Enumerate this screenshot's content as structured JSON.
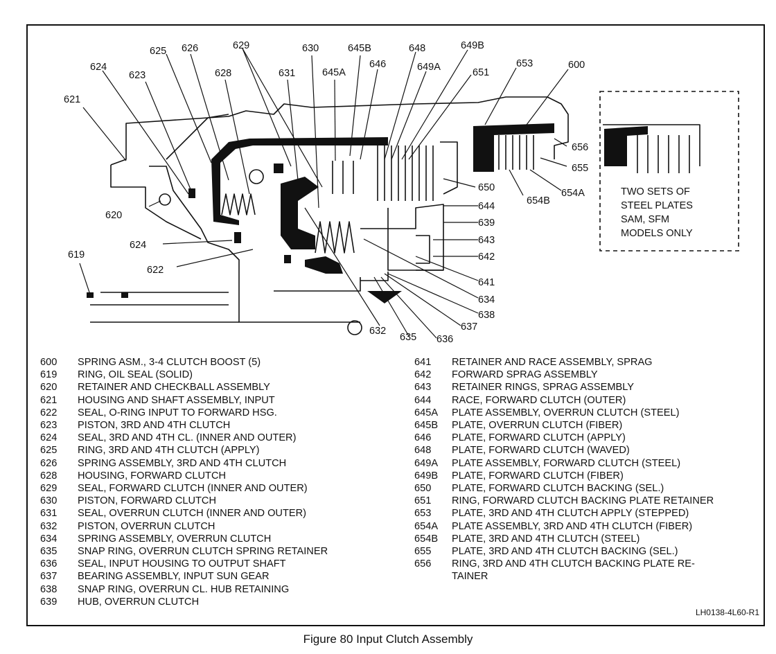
{
  "figure": {
    "caption": "Figure 80 Input Clutch Assembly",
    "drawing_code": "LH0138-4L60-R1"
  },
  "callouts": [
    "624",
    "625",
    "626",
    "629",
    "630",
    "645B",
    "648",
    "649B",
    "653",
    "600",
    "623",
    "628",
    "631",
    "645A",
    "646",
    "649A",
    "651",
    "621",
    "656",
    "655",
    "650",
    "644",
    "639",
    "643",
    "642",
    "641",
    "634",
    "638",
    "637",
    "636",
    "635",
    "632",
    "654B",
    "654A",
    "620",
    "624",
    "622",
    "619"
  ],
  "inset": {
    "lines": [
      "TWO SETS OF",
      "STEEL PLATES",
      "SAM, SFM",
      "MODELS ONLY"
    ]
  },
  "legend": {
    "left": [
      {
        "num": "600",
        "desc": "SPRING ASM., 3-4 CLUTCH BOOST (5)"
      },
      {
        "num": "619",
        "desc": "RING, OIL SEAL (SOLID)"
      },
      {
        "num": "620",
        "desc": "RETAINER AND CHECKBALL ASSEMBLY"
      },
      {
        "num": "621",
        "desc": "HOUSING AND SHAFT ASSEMBLY, INPUT"
      },
      {
        "num": "622",
        "desc": "SEAL, O-RING INPUT TO FORWARD HSG."
      },
      {
        "num": "623",
        "desc": "PISTON, 3RD AND 4TH CLUTCH"
      },
      {
        "num": "624",
        "desc": "SEAL, 3RD AND 4TH CL. (INNER AND OUTER)"
      },
      {
        "num": "625",
        "desc": "RING, 3RD AND 4TH CLUTCH (APPLY)"
      },
      {
        "num": "626",
        "desc": "SPRING ASSEMBLY, 3RD AND 4TH CLUTCH"
      },
      {
        "num": "628",
        "desc": "HOUSING, FORWARD CLUTCH"
      },
      {
        "num": "629",
        "desc": "SEAL, FORWARD CLUTCH (INNER AND OUTER)"
      },
      {
        "num": "630",
        "desc": "PISTON, FORWARD CLUTCH"
      },
      {
        "num": "631",
        "desc": "SEAL, OVERRUN CLUTCH (INNER AND OUTER)"
      },
      {
        "num": "632",
        "desc": "PISTON, OVERRUN CLUTCH"
      },
      {
        "num": "634",
        "desc": "SPRING ASSEMBLY, OVERRUN CLUTCH"
      },
      {
        "num": "635",
        "desc": "SNAP RING, OVERRUN CLUTCH SPRING RETAINER"
      },
      {
        "num": "636",
        "desc": "SEAL, INPUT HOUSING TO OUTPUT SHAFT"
      },
      {
        "num": "637",
        "desc": "BEARING ASSEMBLY, INPUT SUN GEAR"
      },
      {
        "num": "638",
        "desc": "SNAP RING, OVERRUN CL. HUB RETAINING"
      },
      {
        "num": "639",
        "desc": "HUB, OVERRUN CLUTCH"
      }
    ],
    "right": [
      {
        "num": "641",
        "desc": "RETAINER AND RACE ASSEMBLY, SPRAG"
      },
      {
        "num": "642",
        "desc": "FORWARD SPRAG ASSEMBLY"
      },
      {
        "num": "643",
        "desc": "RETAINER RINGS, SPRAG ASSEMBLY"
      },
      {
        "num": "644",
        "desc": "RACE, FORWARD CLUTCH (OUTER)"
      },
      {
        "num": "645A",
        "desc": "PLATE ASSEMBLY, OVERRUN CLUTCH (STEEL)"
      },
      {
        "num": "645B",
        "desc": "PLATE, OVERRUN CLUTCH (FIBER)"
      },
      {
        "num": "646",
        "desc": "PLATE, FORWARD CLUTCH (APPLY)"
      },
      {
        "num": "648",
        "desc": "PLATE, FORWARD CLUTCH (WAVED)"
      },
      {
        "num": "649A",
        "desc": "PLATE ASSEMBLY, FORWARD CLUTCH (STEEL)"
      },
      {
        "num": "649B",
        "desc": "PLATE, FORWARD CLUTCH (FIBER)"
      },
      {
        "num": "650",
        "desc": "PLATE, FORWARD CLUTCH BACKING (SEL.)"
      },
      {
        "num": "651",
        "desc": "RING, FORWARD CLUTCH BACKING PLATE RETAINER"
      },
      {
        "num": "653",
        "desc": "PLATE, 3RD AND 4TH CLUTCH APPLY (STEPPED)"
      },
      {
        "num": "654A",
        "desc": "PLATE ASSEMBLY, 3RD AND 4TH CLUTCH (FIBER)"
      },
      {
        "num": "654B",
        "desc": "PLATE, 3RD AND 4TH CLUTCH (STEEL)"
      },
      {
        "num": "655",
        "desc": "PLATE, 3RD AND 4TH CLUTCH BACKING (SEL.)"
      },
      {
        "num": "656",
        "desc": "RING, 3RD AND 4TH CLUTCH BACKING PLATE RE-"
      },
      {
        "num": "",
        "desc": "TAINER"
      }
    ]
  }
}
